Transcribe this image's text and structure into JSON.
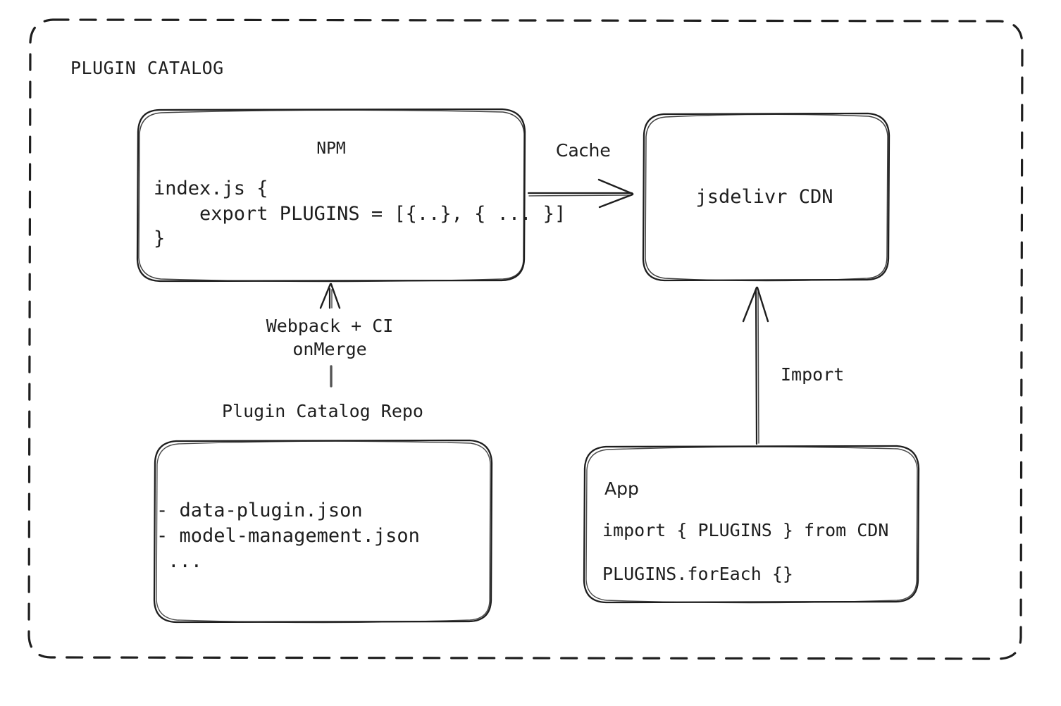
{
  "container": {
    "title": "PLUGIN CATALOG",
    "border_style": "dashed",
    "stroke_color": "#1e1e1e"
  },
  "nodes": {
    "npm": {
      "title": "NPM",
      "code_lines": [
        "index.js {",
        "    export PLUGINS = [{..}, { ... }]",
        "}"
      ],
      "code_text": "index.js {\n    export PLUGINS = [{..}, { ... }]\n}"
    },
    "cdn": {
      "title": "jsdelivr CDN"
    },
    "repo": {
      "label": "Plugin Catalog Repo",
      "items": [
        "- data-plugin.json",
        "- model-management.json",
        " ..."
      ],
      "items_text": "- data-plugin.json\n- model-management.json\n ..."
    },
    "app": {
      "title": "App",
      "line1": "import { PLUGINS } from CDN",
      "line2": "PLUGINS.forEach {}"
    }
  },
  "edges": {
    "cache": {
      "label": "Cache",
      "from": "npm",
      "to": "cdn",
      "direction": "right"
    },
    "build": {
      "label": "Webpack + CI\nonMerge",
      "label_line1": "Webpack + CI",
      "label_line2": "onMerge",
      "from": "repo",
      "to": "npm",
      "direction": "up"
    },
    "import": {
      "label": "Import",
      "from": "app",
      "to": "cdn",
      "direction": "up"
    }
  },
  "colors": {
    "stroke": "#1e1e1e",
    "background": "#ffffff",
    "text": "#1e1e1e"
  }
}
